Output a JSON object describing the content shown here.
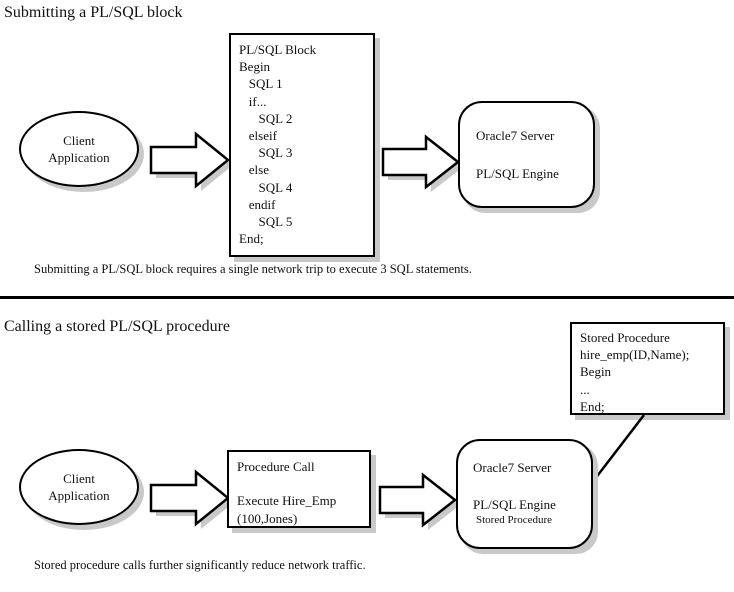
{
  "page": {
    "background": "#ffffff",
    "ink": "#000000",
    "shadow_color": "#c9c9c9"
  },
  "section_one": {
    "title": "Submitting a PL/SQL block",
    "client": {
      "label": "Client\nApplication"
    },
    "arrow_one": {
      "name": "arrow-client-to-block"
    },
    "code_block": {
      "lines": [
        "PL/SQL Block",
        "Begin",
        "   SQL 1",
        "   if...",
        "      SQL 2",
        "   elseif",
        "      SQL 3",
        "   else",
        "      SQL 4",
        "   endif",
        "      SQL 5",
        "End;"
      ],
      "text": "PL/SQL Block\nBegin\n   SQL 1\n   if...\n      SQL 2\n   elseif\n      SQL 3\n   else\n      SQL 4\n   endif\n      SQL 5\nEnd;"
    },
    "arrow_two": {
      "name": "arrow-block-to-server"
    },
    "server": {
      "line1": "Oracle7 Server",
      "line2": "PL/SQL Engine"
    },
    "caption": "Submitting a PL/SQL block requires a single network trip to execute 3 SQL statements."
  },
  "section_two": {
    "title": "Calling a stored PL/SQL procedure",
    "client": {
      "label": "Client\nApplication"
    },
    "arrow_one": {
      "name": "arrow-client-to-call"
    },
    "procedure_call": {
      "text": "Procedure Call\n\nExecute Hire_Emp\n(100,Jones)",
      "lines": [
        "Procedure Call",
        "",
        "Execute Hire_Emp",
        "(100,Jones)"
      ]
    },
    "arrow_two": {
      "name": "arrow-call-to-server"
    },
    "server": {
      "line1": "Oracle7 Server",
      "line2": "PL/SQL Engine",
      "line3": "Stored Procedure"
    },
    "stored_procedure": {
      "text": "Stored Procedure\nhire_emp(ID,Name);\nBegin\n...\nEnd;",
      "lines": [
        "Stored Procedure",
        "hire_emp(ID,Name);",
        "Begin",
        "...",
        "End;"
      ]
    },
    "caption": "Stored procedure calls further significantly reduce network traffic."
  }
}
